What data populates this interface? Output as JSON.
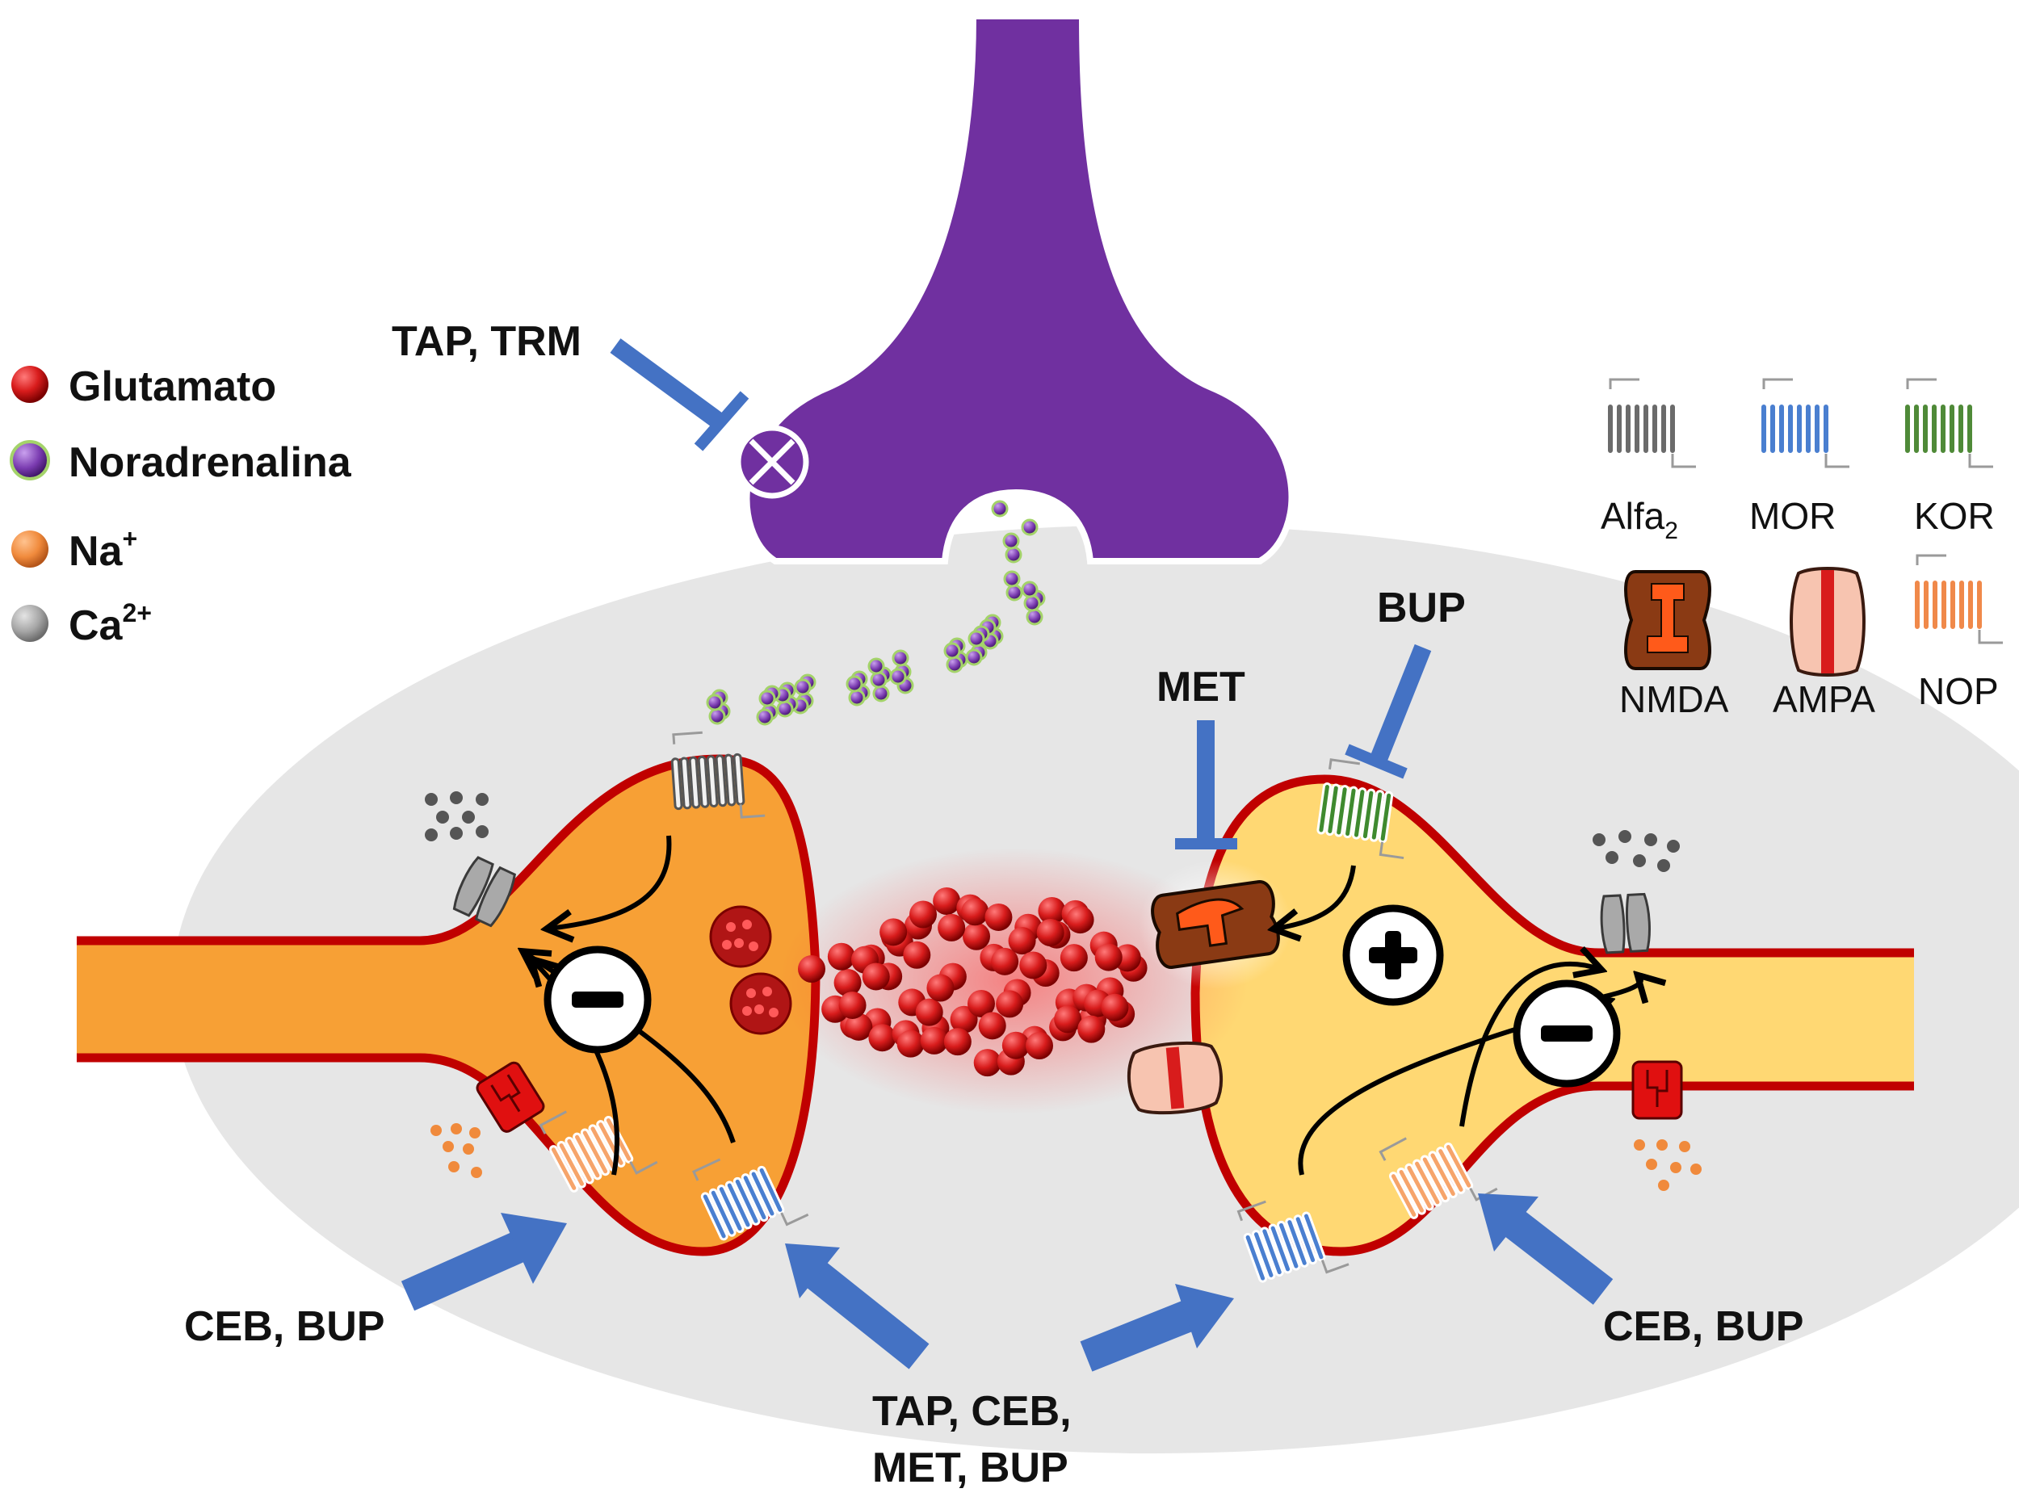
{
  "legend": {
    "items": [
      {
        "label": "Glutamato",
        "color": "#d81c1c"
      },
      {
        "label": "Noradrenalina",
        "color": "#7a3bb0"
      },
      {
        "label": "Na",
        "sup": "+",
        "color": "#f08a3c"
      },
      {
        "label": "Ca",
        "sup": "2+",
        "color": "#a6a6a6"
      }
    ]
  },
  "receptor_key": {
    "alfa2": {
      "label": "Alfa",
      "sub": "2",
      "color": "#6b6b6b"
    },
    "mor": {
      "label": "MOR",
      "color": "#4a7fd0"
    },
    "kor": {
      "label": "KOR",
      "color": "#4f8a38"
    },
    "nmda": {
      "label": "NMDA",
      "color": "#8a3a14"
    },
    "ampa": {
      "label": "AMPA",
      "color": "#f4b39a"
    },
    "nop": {
      "label": "NOP",
      "color": "#f0894a"
    }
  },
  "drugs": {
    "tap_trm": "TAP, TRM",
    "bup_top": "BUP",
    "met": "MET",
    "ceb_bup_left": "CEB, BUP",
    "ceb_bup_right": "CEB, BUP",
    "center_line1": "TAP, CEB,",
    "center_line2": "MET, BUP"
  },
  "signs": {
    "minus": "−",
    "plus": "+"
  },
  "colors": {
    "presynaptic_neuron": "#7030a0",
    "left_neuron": "#f7a035",
    "right_neuron": "#ffd873",
    "membrane": "#c00000",
    "background_ellipse": "#e6e6e6",
    "arrow": "#4472c4"
  }
}
